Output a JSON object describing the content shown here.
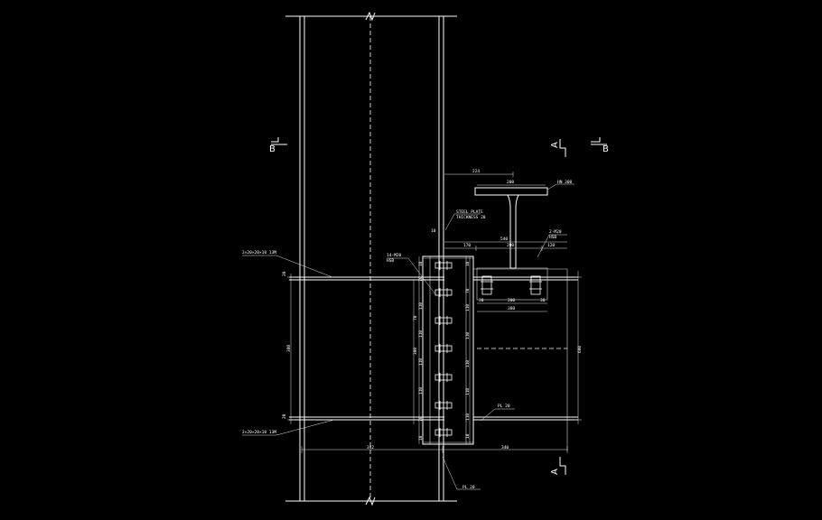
{
  "section_marks": {
    "b_left": "B",
    "b_right": "B",
    "a_top": "A",
    "a_bottom": "A"
  },
  "labels": {
    "beam_width": "224",
    "beam_flange": "200",
    "beam_section": "HN 300",
    "steel_plate_1": "STEEL PLATE",
    "steel_plate_2": "THICKNESS 20",
    "plate_note": "10",
    "span_540": "540",
    "span_170": "170",
    "span_200_top": "200",
    "span_120": "120",
    "bolt_note_1": "2-M20",
    "bolt_note_2": "HSB",
    "lower_200": "200",
    "lower_380": "380",
    "weld_top": "2×20×20×10 13M",
    "weld_bottom": "2×20×20×10 13M",
    "bolt_leader_1": "14-M20",
    "bolt_leader_2": "HSB",
    "pl_label": "PL 20",
    "height_600": "600",
    "height_380": "380",
    "width_342": "342",
    "width_340": "340",
    "side_70": "70",
    "side_110": "110",
    "pl_bottom": "PL 20",
    "v1": "10",
    "v2": "70",
    "v3": "110",
    "v4": "110",
    "v5": "110",
    "v6": "110",
    "v7": "70",
    "v8": "10",
    "small_20": "20",
    "small_30": "30"
  }
}
